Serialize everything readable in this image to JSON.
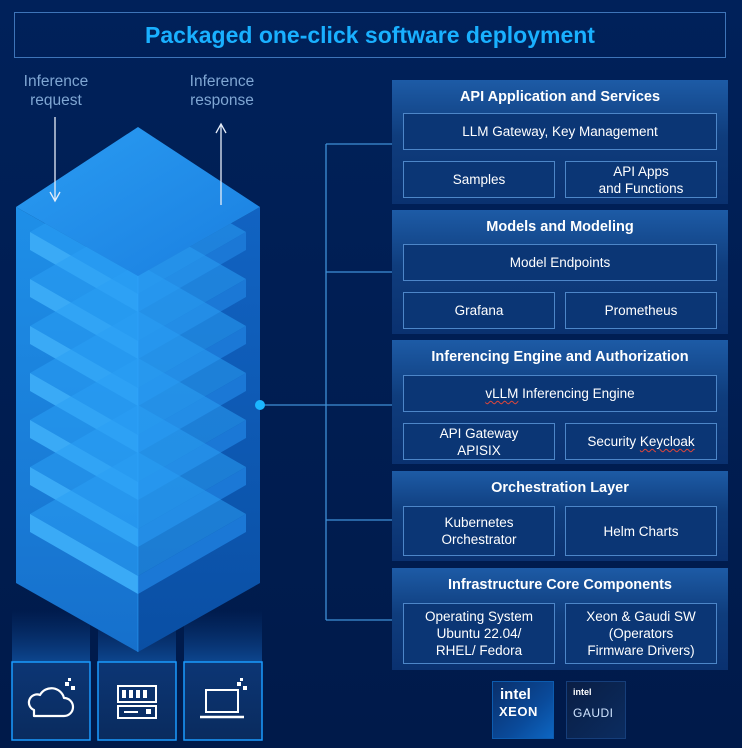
{
  "title": "Packaged one-click software deployment",
  "labels": {
    "inference_request": [
      "Inference",
      "request"
    ],
    "inference_response": [
      "Inference",
      "response"
    ]
  },
  "panels": [
    {
      "title": "API Application and Services",
      "items": [
        [
          "LLM Gateway, Key Management"
        ],
        [
          "Samples"
        ],
        [
          "API Apps",
          "and Functions"
        ]
      ]
    },
    {
      "title": "Models and Modeling",
      "items": [
        [
          "Model Endpoints"
        ],
        [
          "Grafana"
        ],
        [
          "Prometheus"
        ]
      ]
    },
    {
      "title": "Inferencing Engine and Authorization",
      "items": [
        [
          "vLLM Inferencing Engine"
        ],
        [
          "API Gateway",
          "APISIX"
        ],
        [
          "Security Keycloak"
        ]
      ]
    },
    {
      "title": "Orchestration Layer",
      "items": [
        [
          "Kubernetes",
          "Orchestrator"
        ],
        [
          "Helm Charts"
        ]
      ]
    },
    {
      "title": "Infrastructure Core Components",
      "items": [
        [
          "Operating System",
          "Ubuntu 22.04/",
          "RHEL/ Fedora"
        ],
        [
          "Xeon & Gaudi SW",
          "(Operators",
          "Firmware Drivers)"
        ]
      ]
    }
  ],
  "bottom_icons": [
    "cloud-icon",
    "server-icon",
    "laptop-icon"
  ],
  "logos": {
    "xeon": {
      "brand": "intel",
      "product": "XEON"
    },
    "gaudi": {
      "brand": "intel",
      "product": "GAUDI"
    }
  },
  "colors": {
    "background": "#001a4a",
    "title_text": "#19b0ff",
    "tower_face_left": "#1a86e0",
    "tower_face_right": "#0d5cb8",
    "connector": "#3f8fd6",
    "hub_dot": "#1bb6ff"
  }
}
